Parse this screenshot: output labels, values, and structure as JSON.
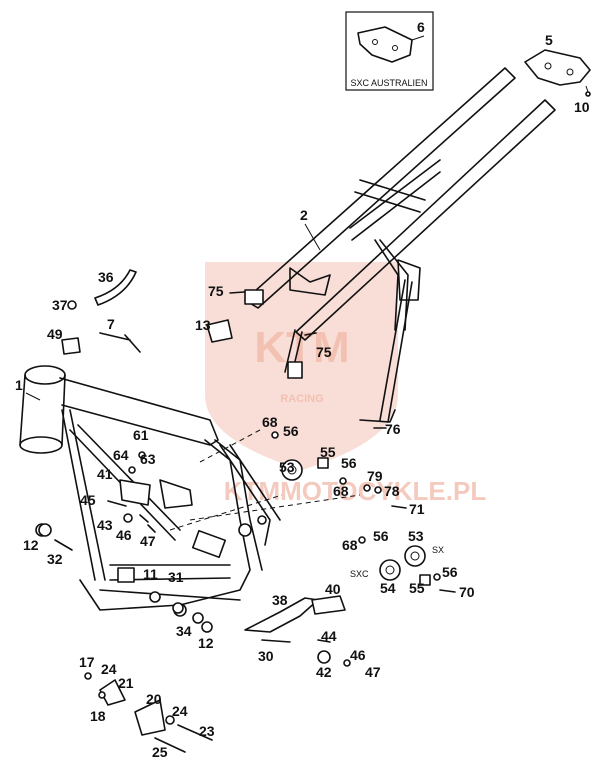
{
  "diagram": {
    "inset_caption": "SXC AUSTRALIEN",
    "variant_labels": {
      "sx": "SX",
      "sxc": "SXC"
    },
    "watermark": {
      "brand": "KTM",
      "sub": "RACING",
      "site": "KTMMOTOCYKLE.PL"
    },
    "callouts": [
      {
        "id": "c1",
        "text": "1"
      },
      {
        "id": "c2",
        "text": "2"
      },
      {
        "id": "c5",
        "text": "5"
      },
      {
        "id": "c6",
        "text": "6"
      },
      {
        "id": "c7",
        "text": "7"
      },
      {
        "id": "c10",
        "text": "10"
      },
      {
        "id": "c11",
        "text": "11"
      },
      {
        "id": "c12a",
        "text": "12"
      },
      {
        "id": "c12b",
        "text": "12"
      },
      {
        "id": "c13",
        "text": "13"
      },
      {
        "id": "c17",
        "text": "17"
      },
      {
        "id": "c18",
        "text": "18"
      },
      {
        "id": "c20",
        "text": "20"
      },
      {
        "id": "c21",
        "text": "21"
      },
      {
        "id": "c23",
        "text": "23"
      },
      {
        "id": "c24a",
        "text": "24"
      },
      {
        "id": "c24b",
        "text": "24"
      },
      {
        "id": "c25",
        "text": "25"
      },
      {
        "id": "c30",
        "text": "30"
      },
      {
        "id": "c31",
        "text": "31"
      },
      {
        "id": "c32",
        "text": "32"
      },
      {
        "id": "c34",
        "text": "34"
      },
      {
        "id": "c36",
        "text": "36"
      },
      {
        "id": "c37",
        "text": "37"
      },
      {
        "id": "c38",
        "text": "38"
      },
      {
        "id": "c40",
        "text": "40"
      },
      {
        "id": "c41",
        "text": "41"
      },
      {
        "id": "c42",
        "text": "42"
      },
      {
        "id": "c43",
        "text": "43"
      },
      {
        "id": "c44",
        "text": "44"
      },
      {
        "id": "c45",
        "text": "45"
      },
      {
        "id": "c46a",
        "text": "46"
      },
      {
        "id": "c46b",
        "text": "46"
      },
      {
        "id": "c47a",
        "text": "47"
      },
      {
        "id": "c47b",
        "text": "47"
      },
      {
        "id": "c49",
        "text": "49"
      },
      {
        "id": "c53a",
        "text": "53"
      },
      {
        "id": "c53b",
        "text": "53"
      },
      {
        "id": "c54",
        "text": "54"
      },
      {
        "id": "c55a",
        "text": "55"
      },
      {
        "id": "c55b",
        "text": "55"
      },
      {
        "id": "c56a",
        "text": "56"
      },
      {
        "id": "c56b",
        "text": "56"
      },
      {
        "id": "c56c",
        "text": "56"
      },
      {
        "id": "c56d",
        "text": "56"
      },
      {
        "id": "c61",
        "text": "61"
      },
      {
        "id": "c63",
        "text": "63"
      },
      {
        "id": "c64",
        "text": "64"
      },
      {
        "id": "c68a",
        "text": "68"
      },
      {
        "id": "c68b",
        "text": "68"
      },
      {
        "id": "c68c",
        "text": "68"
      },
      {
        "id": "c70",
        "text": "70"
      },
      {
        "id": "c71",
        "text": "71"
      },
      {
        "id": "c75a",
        "text": "75"
      },
      {
        "id": "c75b",
        "text": "75"
      },
      {
        "id": "c76",
        "text": "76"
      },
      {
        "id": "c78",
        "text": "78"
      },
      {
        "id": "c79",
        "text": "79"
      }
    ]
  }
}
